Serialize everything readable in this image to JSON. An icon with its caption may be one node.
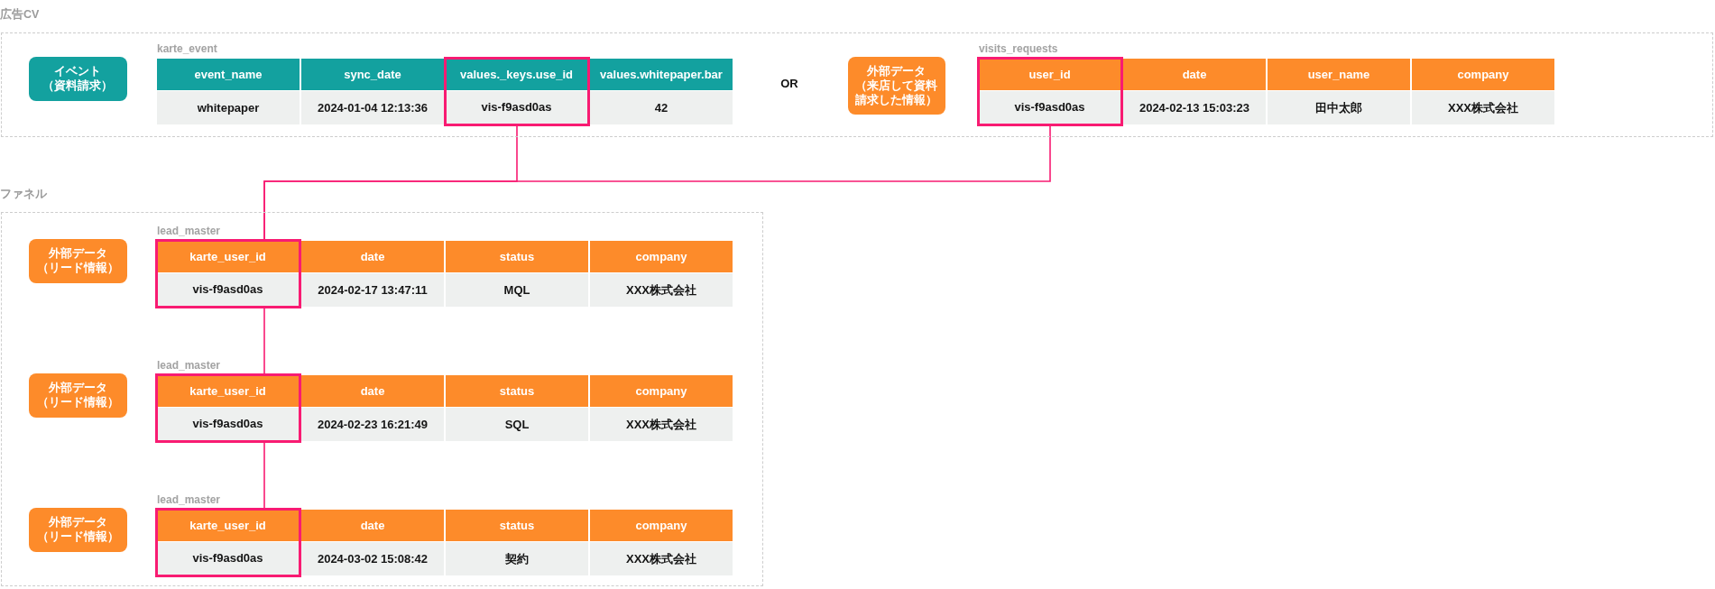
{
  "diagram": {
    "nodes": [
      {
        "text": [
          "広告CV"
        ]
      },
      {
        "text": [
          "イベント",
          "（資料請求）"
        ],
        "in": 0
      },
      {
        "text": [
          "values._keys.use_id",
          "vis-f9asd0as"
        ],
        "in": 0
      },
      {
        "text": [
          "外部データ",
          "（来店して資料請求した情報）"
        ],
        "in": 0
      },
      {
        "text": [
          "user_id",
          "vis-f9asd0as"
        ],
        "in": 0
      },
      {
        "text": [
          "ファネル"
        ]
      },
      {
        "text": [
          "外部データ",
          "（リード情報）"
        ],
        "in": 5
      },
      {
        "text": [
          "karte_user_id",
          "vis-f9asd0as"
        ],
        "in": 5
      },
      {
        "text": [
          "外部データ",
          "（リード情報）"
        ],
        "in": 5
      },
      {
        "text": [
          "karte_user_id",
          "vis-f9asd0as"
        ],
        "in": 5
      },
      {
        "text": [
          "外部データ",
          "（リード情報）"
        ],
        "in": 5
      },
      {
        "text": [
          "karte_user_id",
          "vis-f9asd0as"
        ],
        "in": 5
      }
    ],
    "edges": [
      {
        "from": 2,
        "to": 7,
        "arrow": "none"
      },
      {
        "from": 4,
        "to": 7,
        "arrow": "none"
      },
      {
        "from": 7,
        "to": 9,
        "arrow": "none"
      },
      {
        "from": 9,
        "to": 11,
        "arrow": "none"
      }
    ],
    "labels": [
      "karte_event",
      "event_name",
      "sync_date",
      "values.whitepaper.bar",
      "whitepaper",
      "2024-01-04 12:13:36",
      "42",
      "OR",
      "visits_requests",
      "date",
      "user_name",
      "company",
      "2024-02-13 15:03:23",
      "田中太郎",
      "XXX株式会社",
      "lead_master",
      "date",
      "status",
      "company",
      "2024-02-17 13:47:11",
      "MQL",
      "XXX株式会社",
      "lead_master",
      "date",
      "status",
      "company",
      "2024-02-23 16:21:49",
      "SQL",
      "XXX株式会社",
      "lead_master",
      "date",
      "status",
      "company",
      "2024-03-02 15:08:42",
      "契約",
      "XXX株式会社"
    ]
  }
}
